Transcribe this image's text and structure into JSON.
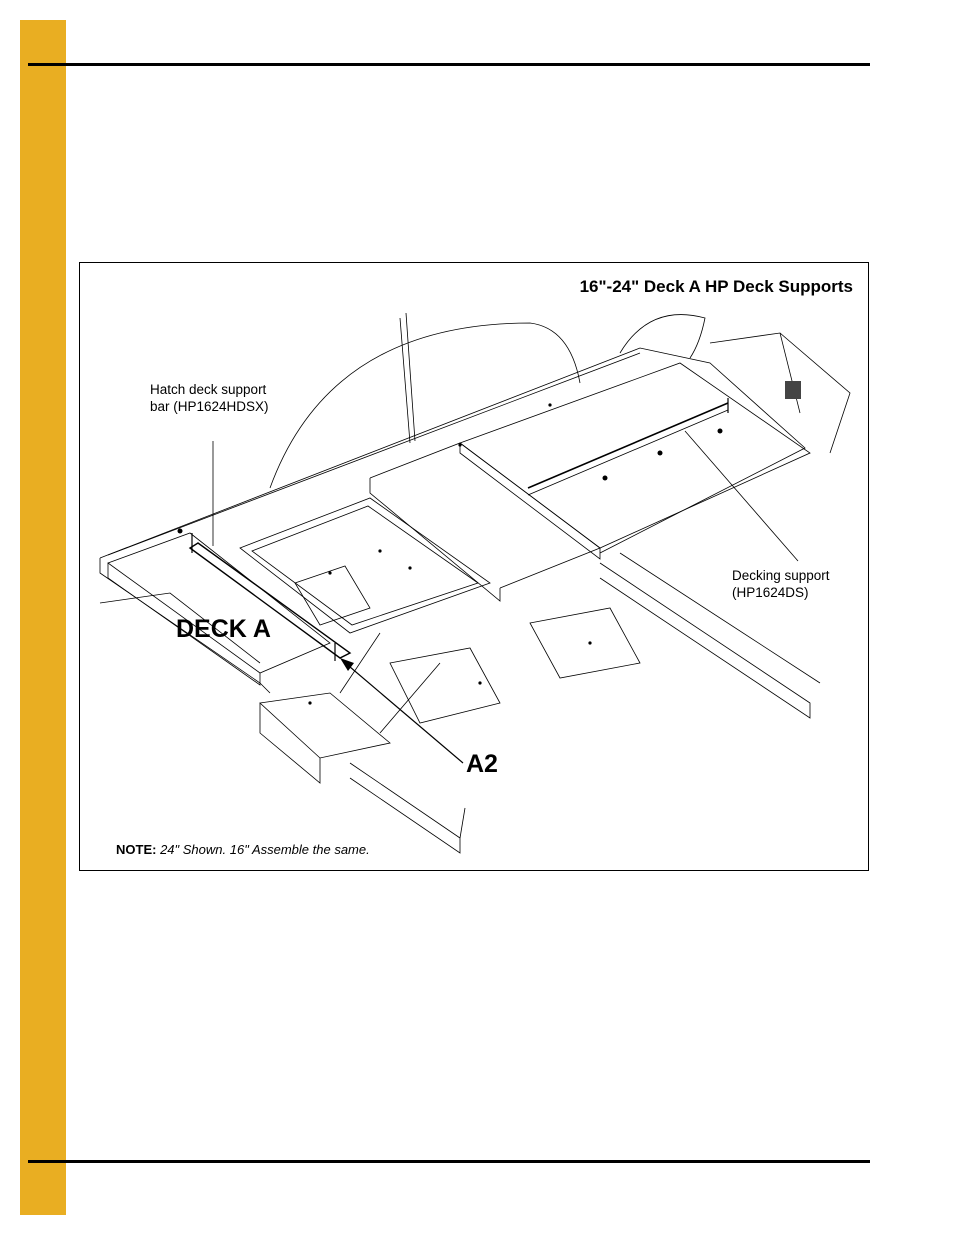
{
  "figure": {
    "title": "16\"-24\" Deck A HP Deck Supports",
    "callouts": {
      "hatch_line1": "Hatch deck support",
      "hatch_line2": "bar (HP1624HDSX)",
      "decking_line1": "Decking support",
      "decking_line2": "(HP1624DS)"
    },
    "deck_label": "DECK A",
    "detail_label": "A2",
    "note_label": "NOTE:",
    "note_text": "24\" Shown. 16\" Assemble the same."
  },
  "colors": {
    "side_tab": "#E9AE22",
    "rules": "#000000"
  }
}
